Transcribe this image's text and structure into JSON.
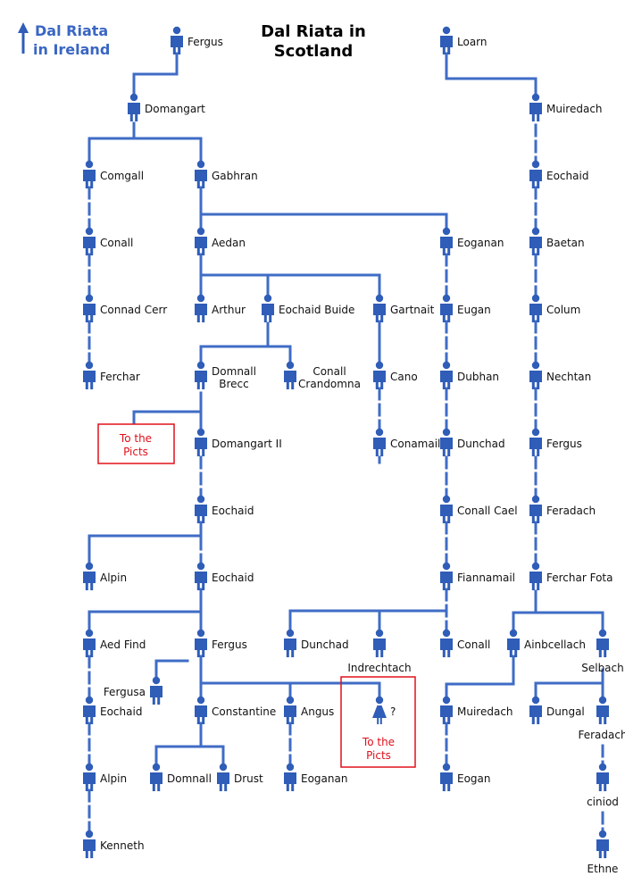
{
  "title_line1": "Dal Riata in",
  "title_line2": "Scotland",
  "ireland_link_line1": "Dal Riata",
  "ireland_link_line2": "in Ireland",
  "pict_note_line1": "To the",
  "pict_note_line2": "Picts",
  "colors": {
    "line": "#3f6cc6",
    "person": "#2f5db8",
    "note": "#e0101a"
  },
  "people": [
    {
      "id": "fergus-1",
      "name": "Fergus"
    },
    {
      "id": "loarn",
      "name": "Loarn"
    },
    {
      "id": "domangart",
      "name": "Domangart"
    },
    {
      "id": "muiredach-1",
      "name": "Muiredach"
    },
    {
      "id": "comgall",
      "name": "Comgall"
    },
    {
      "id": "gabhran",
      "name": "Gabhran"
    },
    {
      "id": "eochaid-1",
      "name": "Eochaid"
    },
    {
      "id": "conall-1",
      "name": "Conall"
    },
    {
      "id": "aedan",
      "name": "Aedan"
    },
    {
      "id": "eoganan-1",
      "name": "Eoganan"
    },
    {
      "id": "baetan",
      "name": "Baetan"
    },
    {
      "id": "connad-cerr",
      "name": "Connad Cerr"
    },
    {
      "id": "arthur",
      "name": "Arthur"
    },
    {
      "id": "eochaid-buide",
      "name": "Eochaid Buide"
    },
    {
      "id": "gartnait",
      "name": "Gartnait"
    },
    {
      "id": "eugan",
      "name": "Eugan"
    },
    {
      "id": "colum",
      "name": "Colum"
    },
    {
      "id": "ferchar",
      "name": "Ferchar"
    },
    {
      "id": "domnall-brecc",
      "name": "Domnall Brecc"
    },
    {
      "id": "conall-crandomna",
      "name": "Conall Crandomna"
    },
    {
      "id": "cano",
      "name": "Cano"
    },
    {
      "id": "dubhan",
      "name": "Dubhan"
    },
    {
      "id": "nechtan",
      "name": "Nechtan"
    },
    {
      "id": "domangart-2",
      "name": "Domangart II"
    },
    {
      "id": "conamail",
      "name": "Conamail"
    },
    {
      "id": "dunchad-1",
      "name": "Dunchad"
    },
    {
      "id": "fergus-2",
      "name": "Fergus"
    },
    {
      "id": "eochaid-2",
      "name": "Eochaid"
    },
    {
      "id": "conall-cael",
      "name": "Conall Cael"
    },
    {
      "id": "feradach-1",
      "name": "Feradach"
    },
    {
      "id": "alpin-1",
      "name": "Alpin"
    },
    {
      "id": "eochaid-3",
      "name": "Eochaid"
    },
    {
      "id": "fiannamail",
      "name": "Fiannamail"
    },
    {
      "id": "ferchar-fota",
      "name": "Ferchar Fota"
    },
    {
      "id": "aed-find",
      "name": "Aed Find"
    },
    {
      "id": "fergus-3",
      "name": "Fergus"
    },
    {
      "id": "dunchad-2",
      "name": "Dunchad"
    },
    {
      "id": "indrechtach",
      "name": "Indrechtach"
    },
    {
      "id": "conall-2",
      "name": "Conall"
    },
    {
      "id": "ainbcellach",
      "name": "Ainbcellach"
    },
    {
      "id": "selbach",
      "name": "Selbach"
    },
    {
      "id": "fergusa",
      "name": "Fergusa"
    },
    {
      "id": "eochaid-4",
      "name": "Eochaid"
    },
    {
      "id": "constantine",
      "name": "Constantine"
    },
    {
      "id": "angus",
      "name": "Angus"
    },
    {
      "id": "unknown-daughter",
      "name": "?"
    },
    {
      "id": "muiredach-2",
      "name": "Muiredach"
    },
    {
      "id": "dungal",
      "name": "Dungal"
    },
    {
      "id": "feradach-2",
      "name": "Feradach"
    },
    {
      "id": "alpin-2",
      "name": "Alpin"
    },
    {
      "id": "domnall",
      "name": "Domnall"
    },
    {
      "id": "drust",
      "name": "Drust"
    },
    {
      "id": "eoganan-2",
      "name": "Eoganan"
    },
    {
      "id": "eogan",
      "name": "Eogan"
    },
    {
      "id": "ciniod",
      "name": "ciniod"
    },
    {
      "id": "kenneth",
      "name": "Kenneth"
    },
    {
      "id": "ethne",
      "name": "Ethne"
    }
  ]
}
